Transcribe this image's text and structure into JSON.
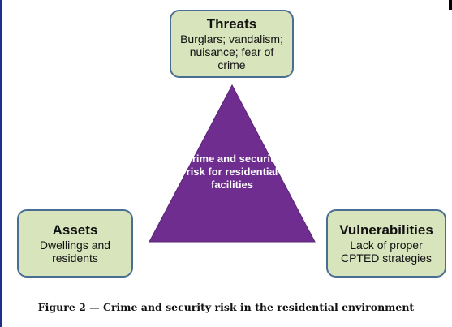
{
  "diagram": {
    "center": {
      "text": "Crime and security risk for residential facilities",
      "color": "#6f2d90"
    },
    "nodes": {
      "threats": {
        "title": "Threats",
        "body": "Burglars; vandalism; nuisance; fear of crime"
      },
      "assets": {
        "title": "Assets",
        "body": "Dwellings and residents"
      },
      "vulnerabilities": {
        "title": "Vulnerabilities",
        "body": "Lack of proper CPTED strategies"
      }
    },
    "box_fill": "#d8e4bc",
    "box_border": "#4a6e93"
  },
  "caption": "Figure 2 — Crime and security risk in the residential environment"
}
